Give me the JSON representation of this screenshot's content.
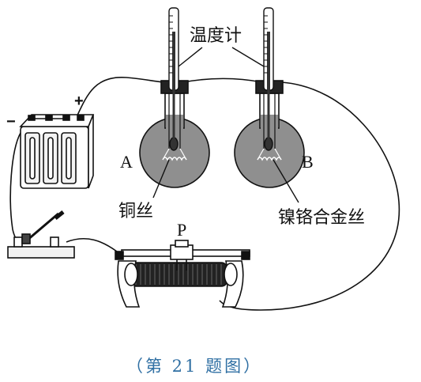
{
  "labels": {
    "thermometer": "温度计",
    "flask_a": "A",
    "flask_b": "B",
    "copper_wire": "铜丝",
    "alloy_wire": "镍铬合金丝",
    "slider": "P",
    "negative": "−",
    "positive": "+"
  },
  "caption": "（第 21 题图）",
  "colors": {
    "ink": "#111111",
    "liquid": "#8f8f8f",
    "caption": "#2f6fa3"
  }
}
